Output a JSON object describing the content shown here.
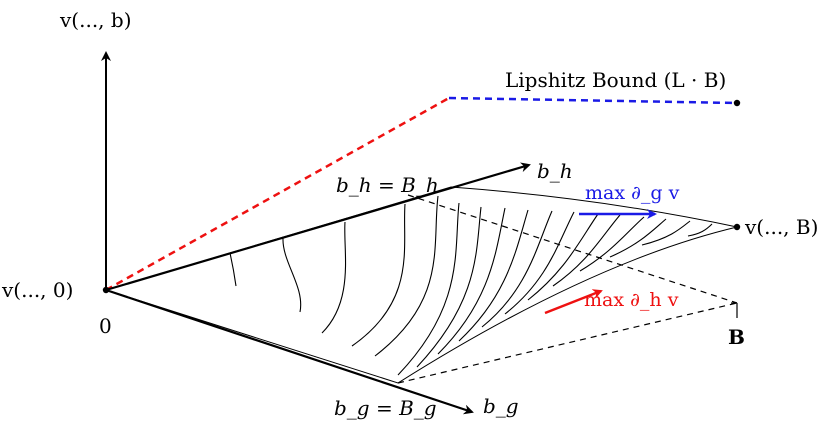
{
  "labels": {
    "v_axis": "v(..., b)",
    "origin_value": "v(..., 0)",
    "origin_zero": "0",
    "bh_axis": "b_h",
    "bg_axis": "b_g",
    "bh_bound": "b_h = B_h",
    "bg_bound": "b_g = B_g",
    "vB": "v(..., B)",
    "B": "B",
    "lipschitz": "Lipshitz Bound (L · B)",
    "max_g": "max ∂_g v",
    "max_h": "max ∂_h v"
  },
  "colors": {
    "axis": "#000000",
    "surface": "#000000",
    "lipschitz_rise": "#ee1111",
    "lipschitz_flat": "#1a1ae6",
    "max_g_arrow": "#1a1ae6",
    "max_h_arrow": "#ee1111"
  }
}
